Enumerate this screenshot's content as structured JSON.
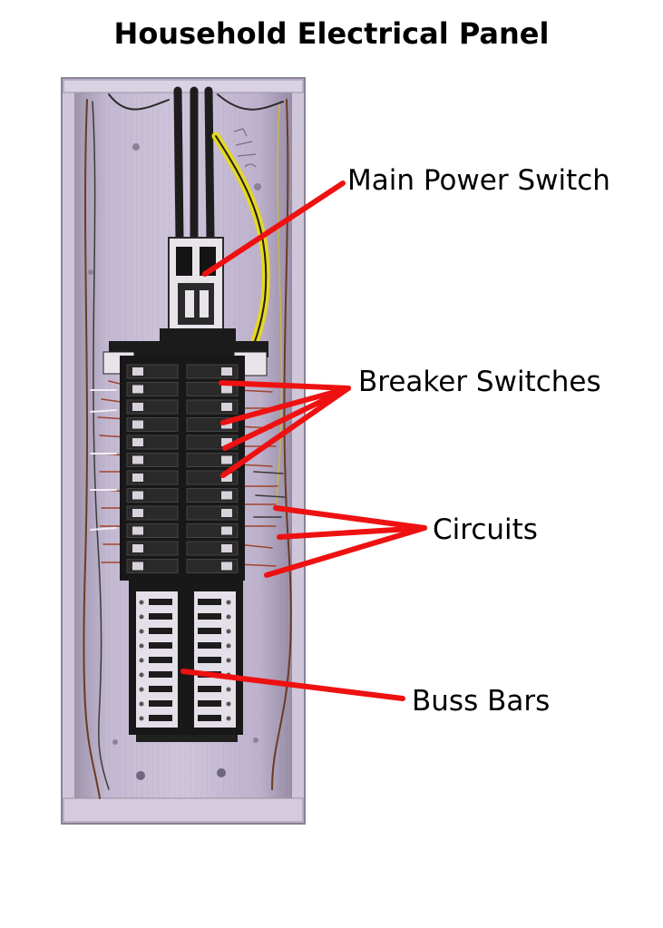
{
  "title": "Household Electrical Panel",
  "callouts": {
    "main_power_switch": "Main Power Switch",
    "breaker_switches": "Breaker Switches",
    "circuits": "Circuits",
    "buss_bars": "Buss Bars"
  },
  "colors": {
    "callout_line": "#ee1111",
    "panel_background": "#b8abc8",
    "breaker_body": "#1a1a1a",
    "main_wire_insulation": "#e6d81e"
  }
}
